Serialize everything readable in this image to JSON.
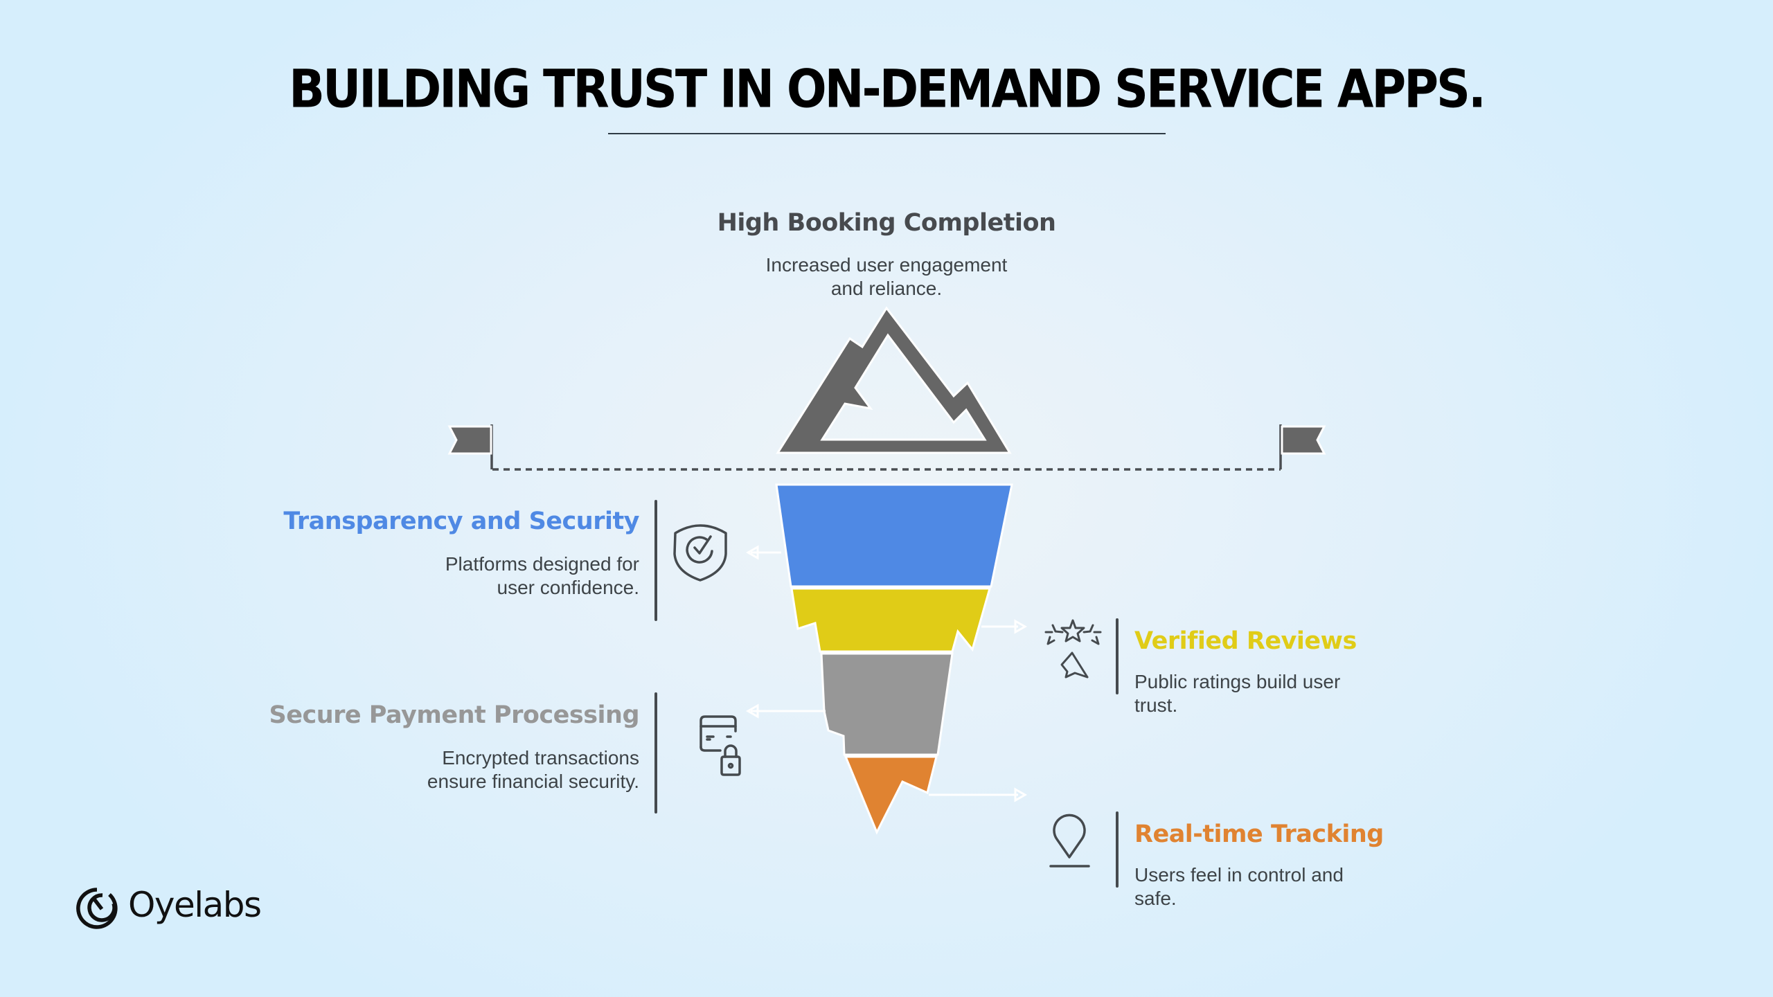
{
  "title": "BUILDING TRUST IN ON-DEMAND SERVICE APPS.",
  "peak": {
    "heading": "High Booking Completion",
    "description_lines": [
      "Increased user engagement",
      "and reliance."
    ],
    "icon": "mountain-peak-icon"
  },
  "layers": [
    {
      "heading": "Transparency and Security",
      "description_lines": [
        "Platforms designed for",
        "user confidence."
      ],
      "icon": "shield-check-icon",
      "side": "left",
      "color": "#4f89e4"
    },
    {
      "heading": "Verified Reviews",
      "description_lines": [
        "Public ratings build user",
        "trust."
      ],
      "icon": "star-rating-icon",
      "side": "right",
      "color": "#e0cc17"
    },
    {
      "heading": "Secure Payment Processing",
      "description_lines": [
        "Encrypted transactions",
        "ensure financial security."
      ],
      "icon": "credit-card-lock-icon",
      "side": "left",
      "color": "#979797"
    },
    {
      "heading": "Real-time Tracking",
      "description_lines": [
        "Users feel in control and",
        "safe."
      ],
      "icon": "location-pin-icon",
      "side": "right",
      "color": "#e08331"
    }
  ],
  "waterline": {
    "left_icon": "flag-icon",
    "right_icon": "flag-icon"
  },
  "colors": {
    "blue": "#4f89e4",
    "yellow": "#e0cc17",
    "gray": "#979797",
    "orange": "#e08331",
    "dark": "#666666",
    "text": "#3d4347"
  },
  "brand": {
    "name": "Oyelabs",
    "icon": "oyelabs-logo-icon"
  }
}
